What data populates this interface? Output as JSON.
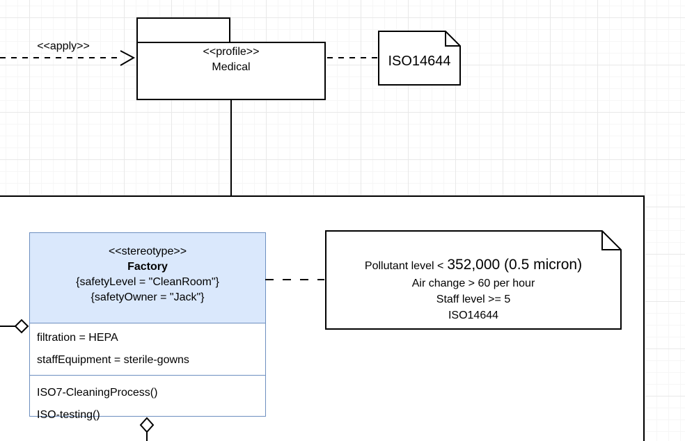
{
  "package": {
    "stereotype_label": "<<profile>>",
    "name": "Medical"
  },
  "apply": {
    "label": "<<apply>>"
  },
  "note_top": {
    "text": "ISO14644"
  },
  "factory": {
    "stereotype_label": "<<stereotype>>",
    "name": "Factory",
    "tagged_values": [
      "{safetyLevel = \"CleanRoom\"}",
      "{safetyOwner = \"Jack\"}"
    ],
    "attributes": [
      "filtration = HEPA",
      "staffEquipment = sterile-gowns"
    ],
    "operations": [
      "ISO7-CleaningProcess()",
      "ISO-testing()"
    ]
  },
  "note_constraints": {
    "line1_prefix": "Pollutant level <",
    "line1_value": "352,000 (0.5 micron)",
    "line2": "Air change > 60 per hour",
    "line3": "Staff level >= 5",
    "line4": "ISO14644"
  },
  "colors": {
    "stereotype_fill": "#dae8fc",
    "stereotype_stroke": "#6c8ebf",
    "shape_stroke": "#000000",
    "grid_minor": "#f6f6f6",
    "grid_major": "#e8e8e8"
  }
}
